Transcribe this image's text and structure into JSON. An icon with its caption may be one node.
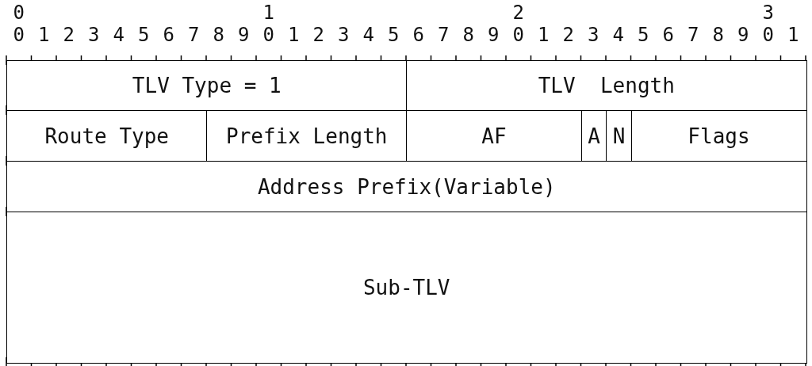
{
  "diagram": {
    "nodes": [
      {
        "text": [
          "TLV Type = 1"
        ]
      },
      {
        "text": [
          "TLV  Length"
        ]
      },
      {
        "text": [
          "Route Type"
        ]
      },
      {
        "text": [
          "Prefix Length"
        ]
      },
      {
        "text": [
          "AF"
        ]
      },
      {
        "text": [
          "A"
        ]
      },
      {
        "text": [
          "N"
        ]
      },
      {
        "text": [
          "Flags"
        ]
      },
      {
        "text": [
          "Address Prefix(Variable)"
        ]
      },
      {
        "text": [
          "Sub-TLV"
        ]
      }
    ],
    "labels": [
      "0",
      "1",
      "2",
      "3",
      "0",
      "1",
      "2",
      "3",
      "4",
      "5",
      "6",
      "7",
      "8",
      "9",
      "0",
      "1",
      "2",
      "3",
      "4",
      "5",
      "6",
      "7",
      "8",
      "9",
      "0",
      "1",
      "2",
      "3",
      "4",
      "5",
      "6",
      "7",
      "8",
      "9",
      "0",
      "1"
    ]
  }
}
